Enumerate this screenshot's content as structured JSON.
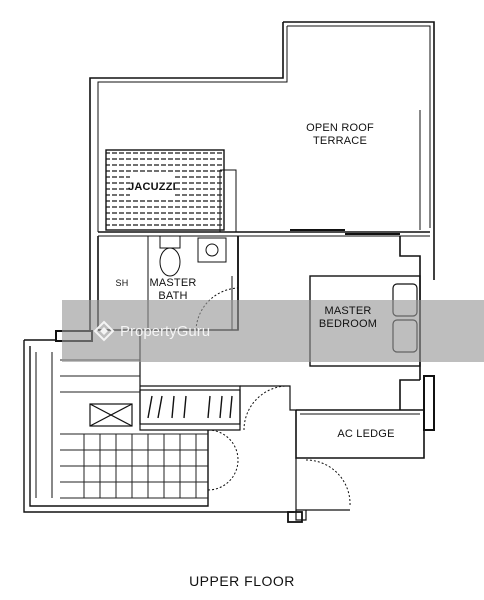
{
  "rooms": {
    "open_roof_terrace": "OPEN ROOF\nTERRACE",
    "jacuzzi": "JACUZZI",
    "sh": "SH",
    "master_bath": "MASTER\nBATH",
    "master_bedroom": "MASTER\nBEDROOM",
    "ac_ledge": "AC LEDGE"
  },
  "floor_title": "UPPER FLOOR",
  "watermark": "PropertyGuru",
  "colors": {
    "wall": "#111111",
    "watermark_band": "#969696",
    "watermark_text": "#f4f4f4"
  }
}
